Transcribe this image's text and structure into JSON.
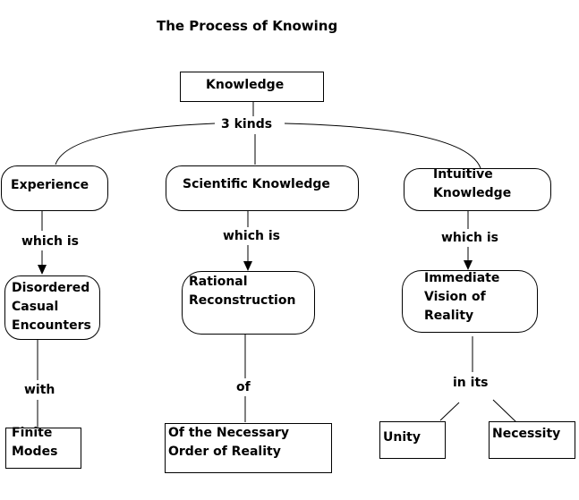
{
  "title": "The Process of Knowing",
  "root": {
    "label": "Knowledge",
    "link_label": "3 kinds"
  },
  "branches": [
    {
      "label": "Experience",
      "link1": "which is",
      "middle": "Disordered\nCasual\nEncounters",
      "link2": "with",
      "leaf": "Finite\nModes"
    },
    {
      "label": "Scientific Knowledge",
      "link1": "which is",
      "middle": "Rational\nReconstruction",
      "link2": "of",
      "leaf": "Of the Necessary\nOrder of Reality"
    },
    {
      "label": "Intuitive\nKnowledge",
      "link1": "which is",
      "middle": "Immediate\nVision of\nReality",
      "link2": "in its",
      "leaves": [
        "Unity",
        "Necessity"
      ]
    }
  ]
}
